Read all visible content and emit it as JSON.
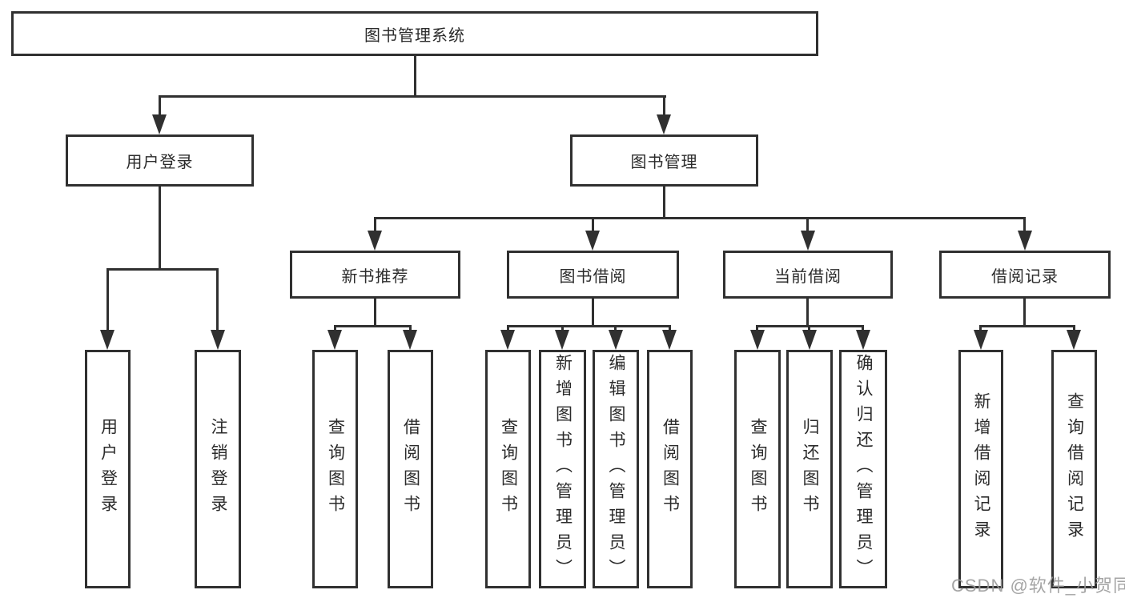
{
  "tree": {
    "root": {
      "label": "图书管理系统"
    },
    "level2": [
      {
        "label": "用户登录",
        "children": [
          {
            "label": "用户登录"
          },
          {
            "label": "注销登录"
          }
        ]
      },
      {
        "label": "图书管理",
        "children": [
          {
            "label": "新书推荐",
            "children": [
              {
                "label": "查询图书"
              },
              {
                "label": "借阅图书"
              }
            ]
          },
          {
            "label": "图书借阅",
            "children": [
              {
                "label": "查询图书"
              },
              {
                "label": "新增图书（管理员）"
              },
              {
                "label": "编辑图书（管理员）"
              },
              {
                "label": "借阅图书"
              }
            ]
          },
          {
            "label": "当前借阅",
            "children": [
              {
                "label": "查询图书"
              },
              {
                "label": "归还图书"
              },
              {
                "label": "确认归还（管理员）"
              }
            ]
          },
          {
            "label": "借阅记录",
            "children": [
              {
                "label": "新增借阅记录"
              },
              {
                "label": "查询借阅记录"
              }
            ]
          }
        ]
      }
    ]
  },
  "watermark": {
    "text": "CSDN @软件_小贺同学"
  },
  "colors": {
    "line": "#303030",
    "text": "#2b2b2b",
    "background": "#ffffff",
    "watermark": "#999999"
  }
}
